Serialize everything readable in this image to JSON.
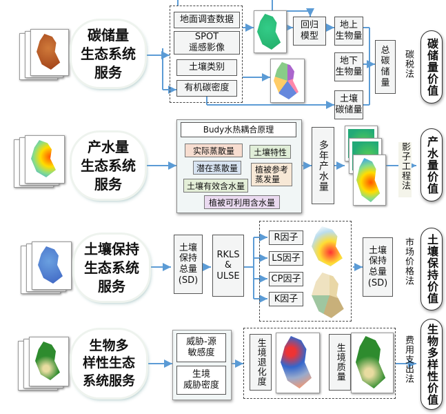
{
  "rows": {
    "carbon": {
      "service_label": "碳储量\n生态系统\n服务",
      "inputs": [
        "地面调查数据",
        "SPOT\n遥感影像",
        "土壤类别",
        "有机碳密度"
      ],
      "model": "回归\n模型",
      "above": "地上\n生物量",
      "below": "地下\n生物量",
      "soil": "土壤\n碳储量",
      "total": "总\n碳\n储\n量",
      "method": "碳税法",
      "value": "碳储量价值"
    },
    "water": {
      "service_label": "产水量\n生态系统\n服务",
      "principle": "Budy水热耦合原理",
      "factors": [
        "实际蒸散量",
        "土壤特性",
        "潜在蒸散量",
        "植被参考\n蒸发量",
        "土壤有效含水量",
        "植被可利用含水量"
      ],
      "annual": "多年产水量",
      "method": "影子工程法",
      "value": "产水量价值"
    },
    "soil": {
      "service_label": "土壤保持\n生态系统\n服务",
      "total1": "土壤\n保持\n总量\n(SD)",
      "model": "RKLS\n&\nULSE",
      "factors": [
        "R因子",
        "LS因子",
        "CP因子",
        "K因子"
      ],
      "total2": "土壤\n保持\n总量\n(SD)",
      "method": "市场价格法",
      "value": "土壤保持价值"
    },
    "bio": {
      "service_label": "生物多\n样性生态\n系统服务",
      "threat1": "威胁-源\n敏感度",
      "threat2": "生境\n威胁密度",
      "degradation": "生境退化度",
      "quality": "生境质量",
      "method": "费用支出法",
      "value": "生物多样性价值"
    }
  },
  "colors": {
    "accent_blue": "#5b9bd5",
    "frame": "#444444",
    "map_green": "#2e8b2e"
  }
}
